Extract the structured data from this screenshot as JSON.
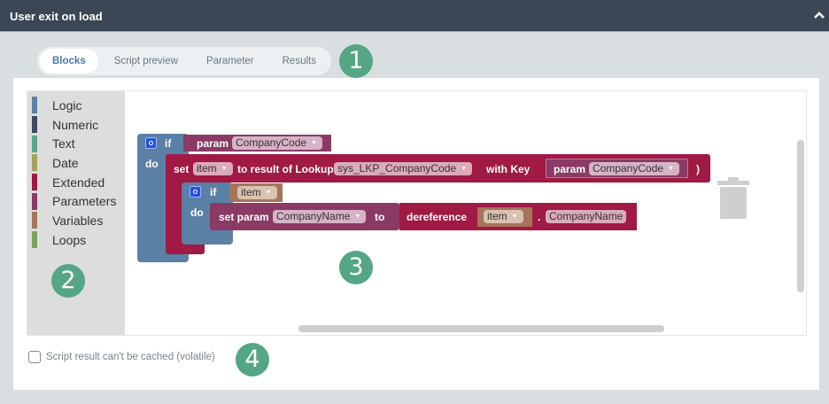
{
  "header": {
    "title": "User exit on load",
    "collapse_icon": "chevron-up-icon"
  },
  "tabs": [
    {
      "label": "Blocks",
      "active": true
    },
    {
      "label": "Script preview",
      "active": false
    },
    {
      "label": "Parameter",
      "active": false
    },
    {
      "label": "Results",
      "active": false
    }
  ],
  "callouts": {
    "one": "1",
    "two": "2",
    "three": "3",
    "four": "4"
  },
  "toolbox": {
    "categories": [
      {
        "label": "Logic",
        "color": "#5b80a5"
      },
      {
        "label": "Numeric",
        "color": "#3d4b5c"
      },
      {
        "label": "Text",
        "color": "#5ba58c"
      },
      {
        "label": "Date",
        "color": "#a5a05b"
      },
      {
        "label": "Extended",
        "color": "#a01a43"
      },
      {
        "label": "Parameters",
        "color": "#8a3a65"
      },
      {
        "label": "Variables",
        "color": "#a5745b"
      },
      {
        "label": "Loops",
        "color": "#78a55b"
      }
    ]
  },
  "blocks": {
    "outer_if": {
      "if_label": "if",
      "do_label": "do",
      "color": "#5b80a5"
    },
    "outer_condition": {
      "param_label": "param",
      "param_value": "CompanyCode",
      "color": "#8a3a65"
    },
    "set_item": {
      "set_label": "set",
      "variable": "item",
      "to_label": "to result of Lookup",
      "lookup": "sys_LKP_CompanyCode",
      "with_key_label": "with Key",
      "key_param_label": "param",
      "key_param_value": "CompanyCode",
      "close_paren": ")",
      "color": "#a01a43"
    },
    "inner_if": {
      "if_label": "if",
      "do_label": "do",
      "condition_variable": "item"
    },
    "set_param": {
      "set_label": "set param",
      "param": "CompanyName",
      "to_label": "to",
      "deref_label": "dereference",
      "deref_variable": "item",
      "dot": ".",
      "deref_field": "CompanyName"
    }
  },
  "volatile": {
    "label": "Script result can't be cached (volatile)",
    "checked": false
  }
}
